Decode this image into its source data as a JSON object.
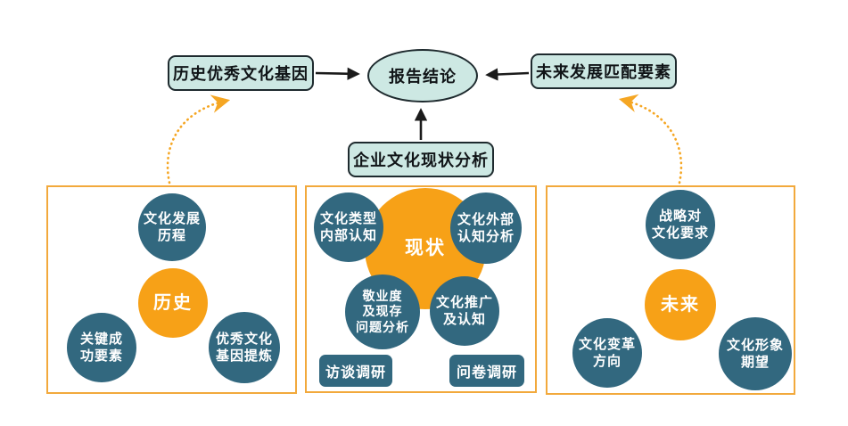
{
  "colors": {
    "teal": "#32687f",
    "orange": "#f7a117",
    "mint": "#cde8e3",
    "node_border": "#1e2a2e",
    "panel_border": "#f2a93c",
    "dotted_arrow": "#f5a623",
    "triangle": "#e65c1c",
    "dash_gray": "#9a9a9a",
    "arrow_black": "#1b1b1b"
  },
  "top": {
    "left_box": "历史优秀文化基因",
    "ellipse": "报告结论",
    "right_box": "未来发展匹配要素",
    "bottom_box": "企业文化现状分析"
  },
  "panels": {
    "history": {
      "center": "历史",
      "top": "文化发展\n历程",
      "bottom_left": "关键成\n功要素",
      "bottom_right": "优秀文化\n基因提炼"
    },
    "status": {
      "center": "现状",
      "top_left": "文化类型\n内部认知",
      "top_right": "文化外部\n认知分析",
      "bottom_left": "敬业度\n及现存\n问题分析",
      "bottom_right": "文化推广\n及认知",
      "tag_left": "访谈调研",
      "tag_right": "问卷调研"
    },
    "future": {
      "center": "未来",
      "top": "战略对\n文化要求",
      "bottom_left": "文化变革\n方向",
      "bottom_right": "文化形象\n期望"
    }
  }
}
